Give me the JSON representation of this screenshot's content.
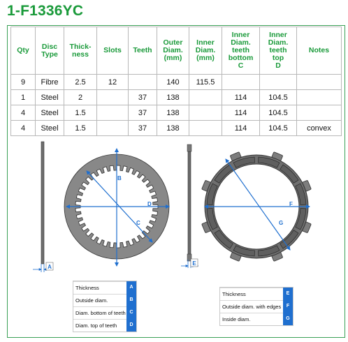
{
  "title": "1-F1336YC",
  "table": {
    "headers": [
      [
        "Qty"
      ],
      [
        "Disc",
        "Type"
      ],
      [
        "Thick-",
        "ness"
      ],
      [
        "Slots"
      ],
      [
        "Teeth"
      ],
      [
        "Outer",
        "Diam.",
        "(mm)"
      ],
      [
        "Inner",
        "Diam.",
        "(mm)"
      ],
      [
        "Inner",
        "Diam.",
        "teeth",
        "bottom",
        "C"
      ],
      [
        "Inner",
        "Diam.",
        "teeth",
        "top",
        "D"
      ],
      [
        "Notes"
      ]
    ],
    "rows": [
      [
        "9",
        "Fibre",
        "2.5",
        "12",
        "",
        "140",
        "115.5",
        "",
        "",
        ""
      ],
      [
        "1",
        "Steel",
        "2",
        "",
        "37",
        "138",
        "",
        "114",
        "104.5",
        ""
      ],
      [
        "4",
        "Steel",
        "1.5",
        "",
        "37",
        "138",
        "",
        "114",
        "104.5",
        ""
      ],
      [
        "4",
        "Steel",
        "1.5",
        "",
        "37",
        "138",
        "",
        "114",
        "104.5",
        "convex"
      ]
    ]
  },
  "diagram": {
    "steel_labels": {
      "a": "A",
      "b": "B",
      "c": "C",
      "d": "D"
    },
    "fibre_labels": {
      "e": "E",
      "f": "F",
      "g": "G"
    }
  },
  "legend_steel": [
    {
      "label": "Thickness",
      "letter": "A"
    },
    {
      "label": "Outside diam.",
      "letter": "B"
    },
    {
      "label": "Diam. bottom of teeth",
      "letter": "C"
    },
    {
      "label": "Diam. top of teeth",
      "letter": "D"
    }
  ],
  "legend_fibre": [
    {
      "label": "Thickness",
      "letter": "E"
    },
    {
      "label": "Outside diam. with edges",
      "letter": "F"
    },
    {
      "label": "Inside diam.",
      "letter": "G"
    }
  ],
  "colors": {
    "brand_green": "#1a9a3a",
    "arrow_blue": "#1f6fcf",
    "disc_grey": "#7d7d7d"
  }
}
